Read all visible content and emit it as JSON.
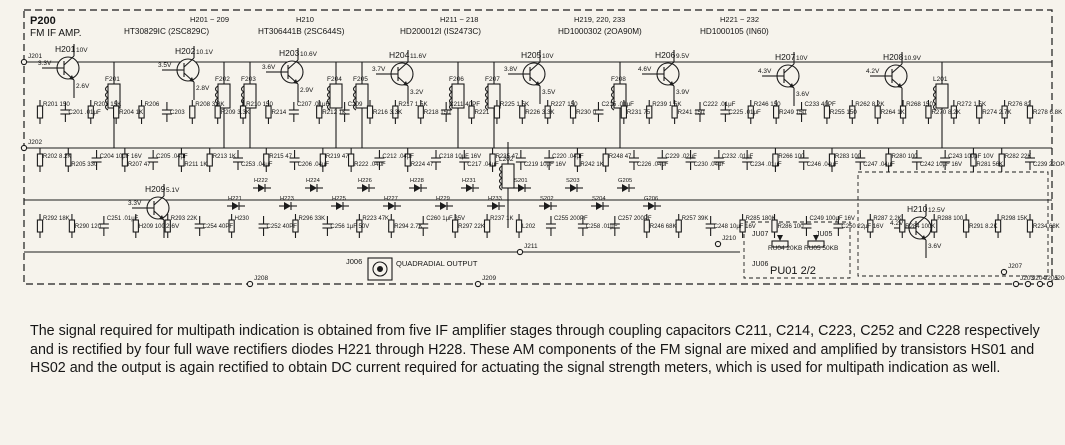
{
  "board": {
    "id": "P200",
    "name": "FM IF AMP."
  },
  "stage_headers": [
    {
      "range": "H201 ~ 209",
      "parts": "HT30829IC (2SC829C)"
    },
    {
      "range": "H210",
      "parts": "HT306441B (2SC644S)"
    },
    {
      "range": "H211 ~ 218",
      "parts": "HD200012I (IS2473C)"
    },
    {
      "range": "H219, 220, 233",
      "parts": "HD1000302 (2OA90M)"
    },
    {
      "range": "H221 ~ 232",
      "parts": "HD1000105 (IN60)"
    }
  ],
  "transistors": [
    {
      "id": "H201",
      "volts": [
        "3.3V",
        "10V",
        "2.6V"
      ]
    },
    {
      "id": "H202",
      "volts": [
        "3.5V",
        "10.1V",
        "2.8V"
      ]
    },
    {
      "id": "H203",
      "volts": [
        "3.6V",
        "10.6V",
        "2.9V"
      ]
    },
    {
      "id": "H204",
      "volts": [
        "3.7V",
        "11.6V",
        "3.2V"
      ]
    },
    {
      "id": "H205",
      "volts": [
        "3.8V",
        "10V",
        "3.5V"
      ]
    },
    {
      "id": "H206",
      "volts": [
        "4.6V",
        "9.5V",
        "3.9V"
      ]
    },
    {
      "id": "H207",
      "volts": [
        "4.3V",
        "10V",
        "3.6V"
      ]
    },
    {
      "id": "H208",
      "volts": [
        "4.2V",
        "10.9V",
        ""
      ]
    },
    {
      "id": "H209",
      "volts": [
        "3.3V",
        "5.1V",
        "2.6V"
      ]
    },
    {
      "id": "H210",
      "volts": [
        "4.2V",
        "12.5V",
        "3.6V"
      ]
    }
  ],
  "row_a": [
    "R201 150",
    "C201 .01μF",
    "R203 15K",
    "R204 1K",
    "R206",
    "C203",
    "R208 3.3K",
    "R209 3.3K",
    "R210 150",
    "R214",
    "C207 .01μF",
    "R212 1K",
    "C209",
    "R216 3.3K",
    "R217 1.5K",
    "R218 150",
    "C211 40PF",
    "R221",
    "R225 1.5K",
    "R226 3.3K",
    "R227 150",
    "R230 0",
    "C215 .01μF",
    "R231 75",
    "R239 1.5K",
    "R241 150",
    "C222 .01μF",
    "C225 .01μF",
    "R246 150",
    "R249 150",
    "C233 40PF",
    "R255 150",
    "R262 8.2K",
    "R264 1K",
    "R268 150",
    "R270 8.2K",
    "R272 1.5K",
    "R274 2.7K",
    "R276 82",
    "R278 6.8K"
  ],
  "row_b": [
    "R202 8.2K",
    "R205 330",
    "C204 10μF 16V",
    "R207 47",
    "C205 .04μF",
    "R211 1K",
    "R213 1K",
    "C253 .04μF",
    "R215 47",
    "C206 .04μF",
    "R219 47",
    "R222 .04μF",
    "C212 .04μF",
    "R224 47",
    "C218 10μF 16V",
    "C217 .04μF",
    "R235 47",
    "C219 10μF 16V",
    "C220 .04μF",
    "R242 1K",
    "R248 47",
    "C226 .04μF",
    "C229 .02μF",
    "C230 .04μF",
    "C232 .01μF",
    "C234 .01μF",
    "R266 100",
    "C246 .04μF",
    "R283 100",
    "C247 .04μF",
    "R280 100",
    "C242 10μF 16V",
    "C243 100μF 10V",
    "R281 56K",
    "R282 22K",
    "C239 22OPF"
  ],
  "row_c": [
    "R292 18K",
    "R290 120",
    "C251 .01μF",
    "H209 100",
    "R293 22K",
    "C254 40PF",
    "H230",
    "C252 40PF",
    "R296 33K",
    "C256 1μF 50V",
    "R223 47K",
    "R294 2.7K",
    "C260 1μF 35V",
    "R297 22K",
    "R237 1K",
    "L202",
    "C255 200PF",
    "C258 .01μF",
    "C257 200PF",
    "R246 68K",
    "R257 39K",
    "C248 10μF 16V",
    "R285 180K",
    "R286 100",
    "C249 100μF 16V",
    "C250 22μF 16V",
    "R287 2.2K",
    "R284 100K",
    "R288 100",
    "R291 8.2K",
    "R298 15K",
    "R234 68K"
  ],
  "coils": [
    "F201",
    "F202",
    "F203",
    "F204",
    "F205",
    "F206",
    "F207",
    "F208",
    "L201",
    "L202"
  ],
  "terminals": [
    "J201",
    "J202",
    "J203",
    "J204",
    "J205",
    "J206",
    "J207",
    "J208",
    "J209",
    "J210",
    "J211"
  ],
  "sub_board": {
    "label": "PU01 2/2",
    "jumpers": [
      "JU07",
      "JU05",
      "JU06"
    ],
    "pots": [
      "RU04 20KB",
      "RU05 50KB"
    ]
  },
  "output": {
    "jack": "J006",
    "label": "QUADRADIAL OUTPUT"
  },
  "diodes": [
    "H221",
    "H222",
    "H223",
    "H224",
    "H225",
    "H226",
    "H227",
    "H228",
    "H229",
    "H231",
    "H233",
    "S201",
    "S202",
    "S203",
    "S204",
    "G205",
    "G206"
  ],
  "caption": "The signal required for multipath indication is obtained from five IF amplifier stages through coupling capacitors C211, C214, C223, C252 and C228 respectively and is rectified by four full wave rectifiers diodes H221 through H228. These AM components of the FM signal are mixed and amplified by transistors HS01 and HS02 and the output is again rectified to obtain DC current required for actuating the signal strength meters, which is used for multipath indication as well."
}
